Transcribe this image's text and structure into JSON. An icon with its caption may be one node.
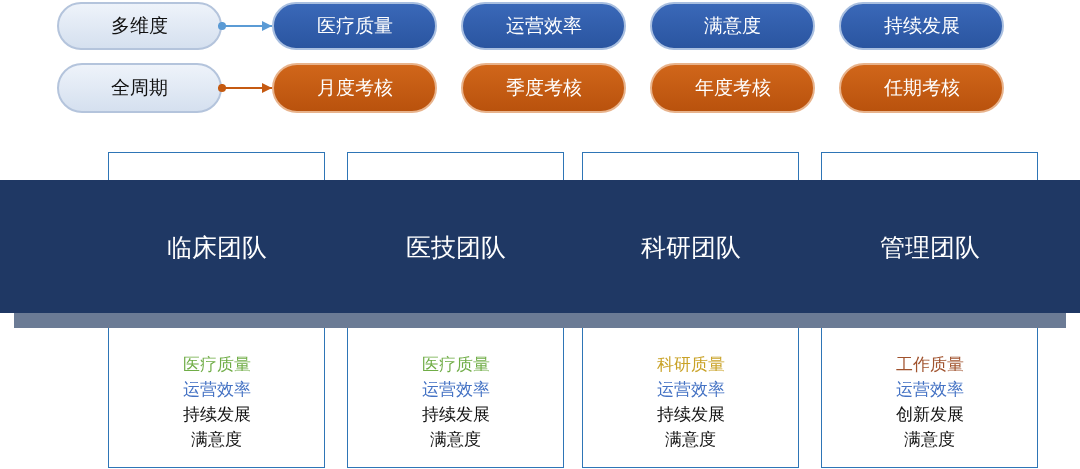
{
  "diagram": {
    "nodes": [
      {
        "text": [
          "多维度"
        ]
      },
      {
        "text": [
          "医疗质量"
        ]
      },
      {
        "text": [
          "运营效率"
        ]
      },
      {
        "text": [
          "满意度"
        ]
      },
      {
        "text": [
          "持续发展"
        ]
      },
      {
        "text": [
          "全周期"
        ]
      },
      {
        "text": [
          "月度考核"
        ]
      },
      {
        "text": [
          "季度考核"
        ]
      },
      {
        "text": [
          "年度考核"
        ]
      },
      {
        "text": [
          "任期考核"
        ]
      },
      {
        "text": [
          "临床团队",
          "医疗质量",
          "运营效率",
          "持续发展",
          "满意度"
        ]
      },
      {
        "text": [
          "医技团队",
          "医疗质量",
          "运营效率",
          "持续发展",
          "满意度"
        ]
      },
      {
        "text": [
          "科研团队",
          "科研质量",
          "运营效率",
          "持续发展",
          "满意度"
        ]
      },
      {
        "text": [
          "管理团队",
          "工作质量",
          "运营效率",
          "创新发展",
          "满意度"
        ]
      }
    ],
    "edges": [
      {
        "from": 0,
        "to": 1,
        "arrow": "to",
        "color": "#5b9bd5"
      },
      {
        "from": 5,
        "to": 6,
        "arrow": "to",
        "color": "#c55a11"
      }
    ]
  }
}
